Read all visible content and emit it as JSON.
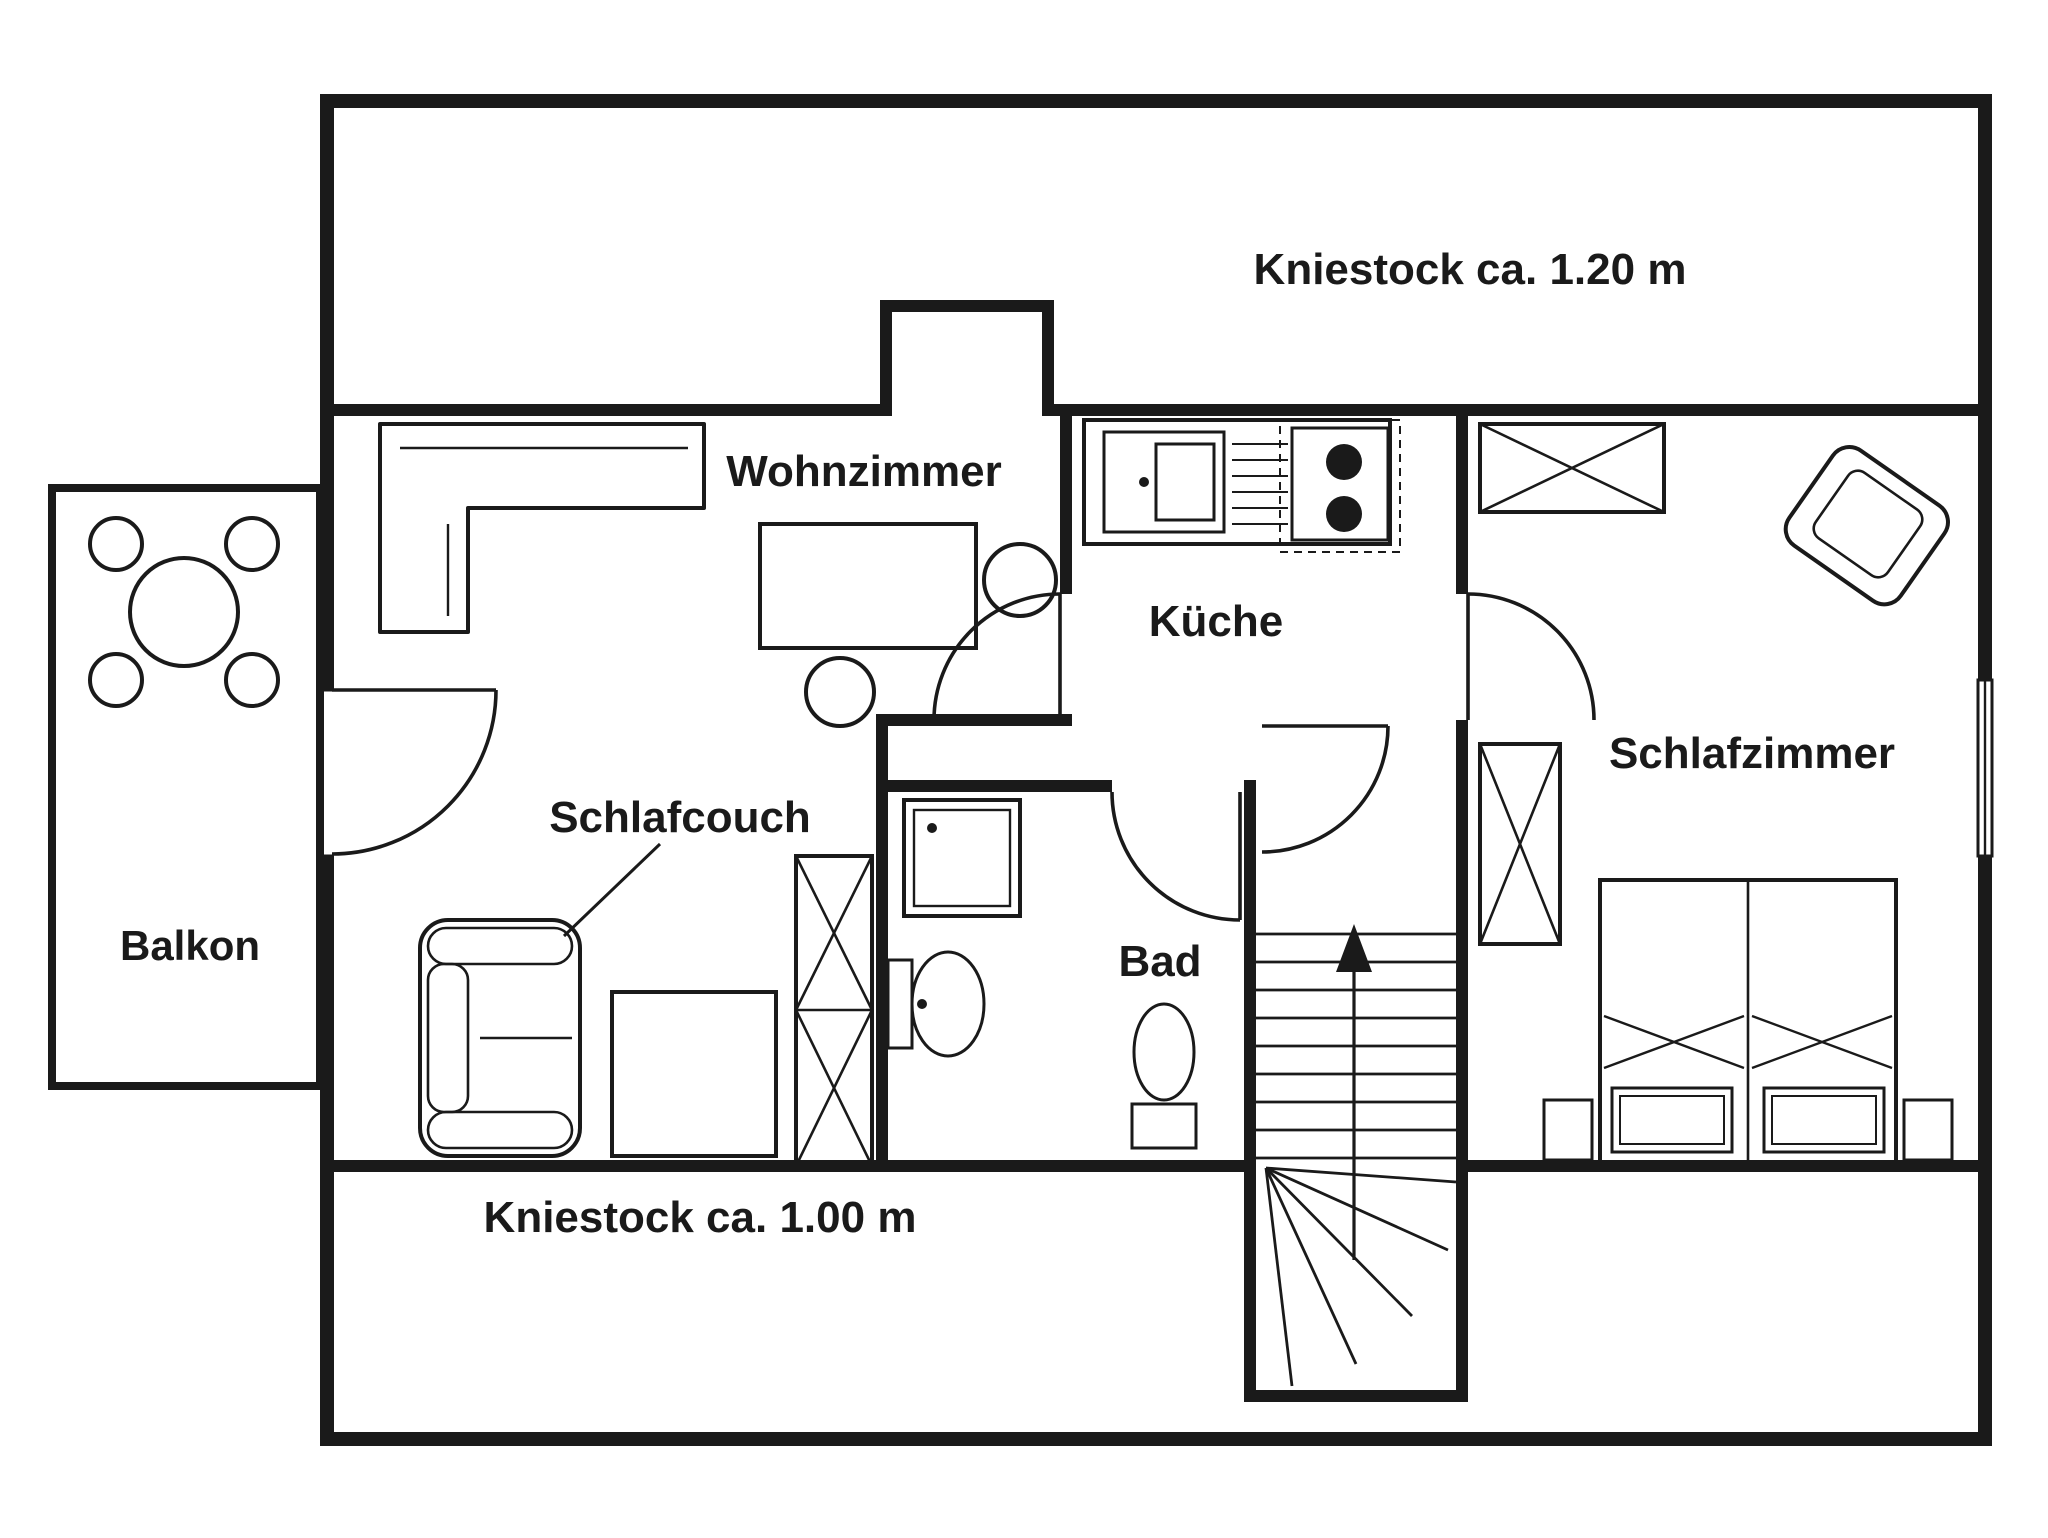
{
  "plan": {
    "rooms": {
      "wohnzimmer": "Wohnzimmer",
      "kueche": "Küche",
      "schlafzimmer": "Schlafzimmer",
      "bad": "Bad",
      "balkon": "Balkon",
      "schlafcouch": "Schlafcouch"
    },
    "annotations": {
      "kniestock_top": "Kniestock ca. 1.20 m",
      "kniestock_bottom": "Kniestock ca. 1.00 m"
    },
    "colors": {
      "line": "#1a1a1a",
      "background": "#ffffff"
    }
  }
}
